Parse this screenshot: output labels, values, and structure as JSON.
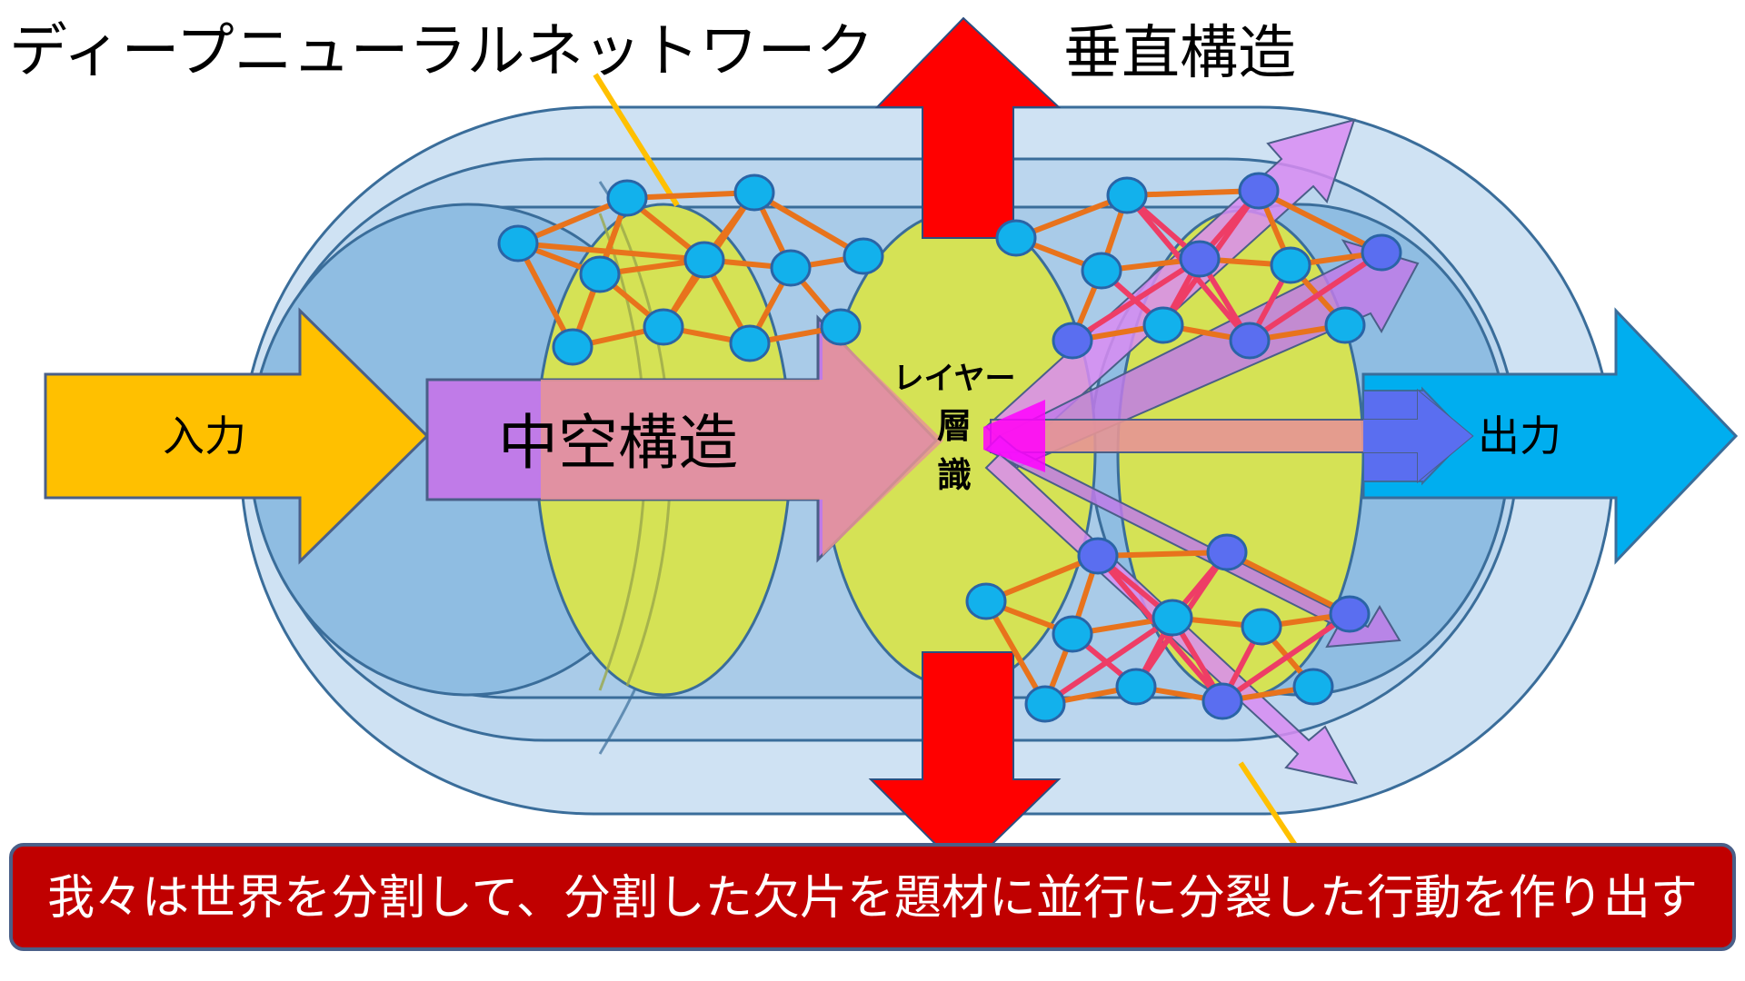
{
  "labels": {
    "top_left": "ディープニューラルネットワーク",
    "top_right": "垂直構造",
    "input": "入力",
    "hollow": "中空構造",
    "center_line1": "レイヤー",
    "center_line2": "層",
    "center_line3": "識",
    "output": "出力",
    "banner": "我々は世界を分割して、分割した欠片を題材に並行に分裂した行動を作り出す"
  },
  "colors": {
    "background": "#ffffff",
    "capsule_light": "#cfe2f3",
    "capsule_mid": "#a9cbe8",
    "capsule_dark": "#8fbde2",
    "capsule_stroke": "#3a6d9a",
    "disc_yellow": "#d5e255",
    "node_fill": "#12b1ec",
    "node_stroke": "#2a64a6",
    "link_orange": "#e8731c",
    "link_red": "#ee3d66",
    "arrow_input": "#ffc000",
    "arrow_output": "#00aeef",
    "arrow_purple": "#c07be8",
    "arrow_pink": "#e69595",
    "arrow_red": "#ff0000",
    "arrow_violet": "#d98cf2",
    "banner_fill": "#c00000",
    "banner_stroke": "#4a5f88",
    "pointer_line": "#ffc000"
  }
}
